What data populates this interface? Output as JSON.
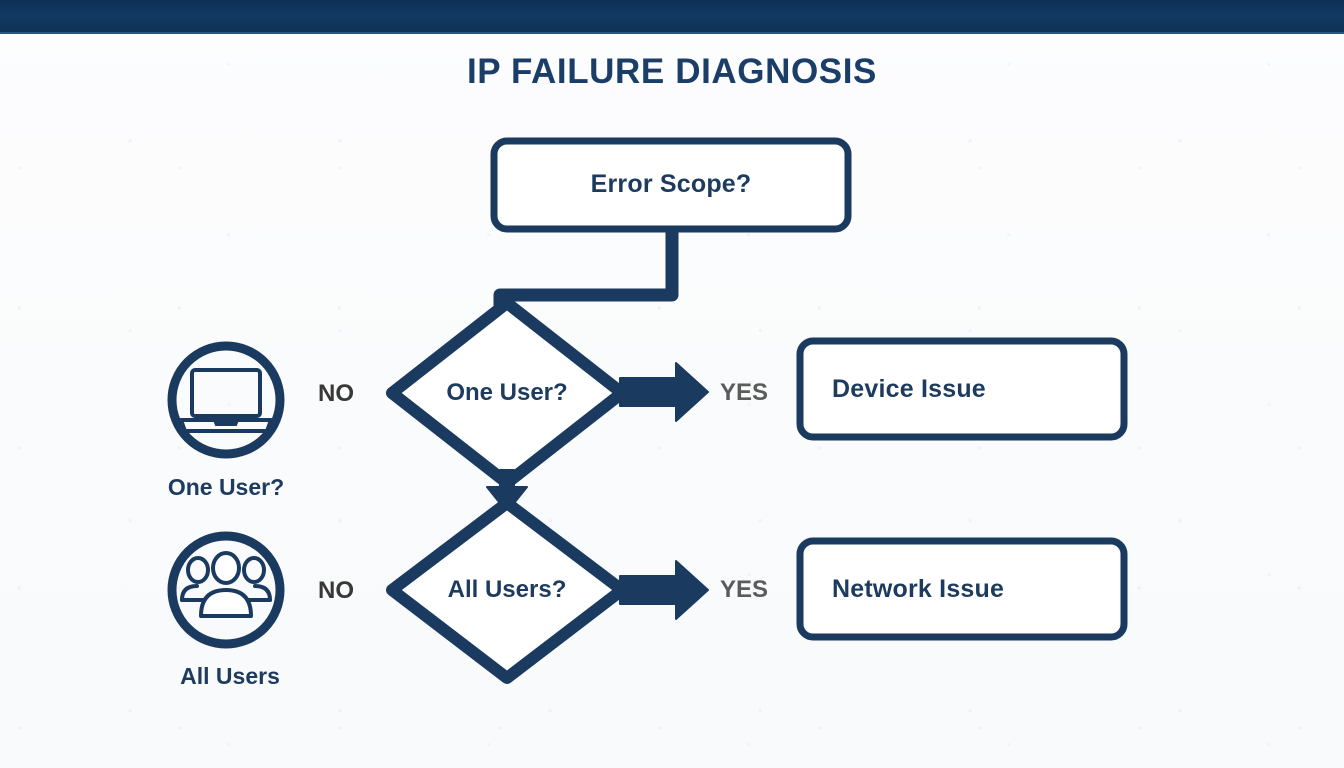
{
  "page": {
    "title": "IP FAILURE DIAGNOSIS",
    "background_color": "#fbfcfd",
    "accent_color": "#1a3a5f",
    "topbar_color": "#0f3257"
  },
  "flowchart": {
    "start": {
      "id": "error-scope",
      "label": "Error Scope?",
      "shape": "rounded-rectangle"
    },
    "decisions": [
      {
        "id": "one-user",
        "label": "One User?",
        "shape": "diamond",
        "no_label": "NO",
        "yes_label": "YES",
        "yes_target": "Device Issue"
      },
      {
        "id": "all-users",
        "label": "All Users?",
        "shape": "diamond",
        "no_label": "NO",
        "yes_label": "YES",
        "yes_target": "Network Issue"
      }
    ],
    "outcomes": [
      {
        "id": "device-issue",
        "label": "Device Issue",
        "shape": "rounded-rectangle"
      },
      {
        "id": "network-issue",
        "label": "Network Issue",
        "shape": "rounded-rectangle"
      }
    ],
    "icons": [
      {
        "id": "one-user-icon",
        "glyph": "laptop-icon",
        "caption": "One User?"
      },
      {
        "id": "all-users-icon",
        "glyph": "users-group-icon",
        "caption": "All Users"
      }
    ],
    "colors": {
      "stroke": "#1a3a5f",
      "fill": "#ffffff",
      "no_text": "#383838",
      "yes_text": "#5b5b5b"
    }
  }
}
